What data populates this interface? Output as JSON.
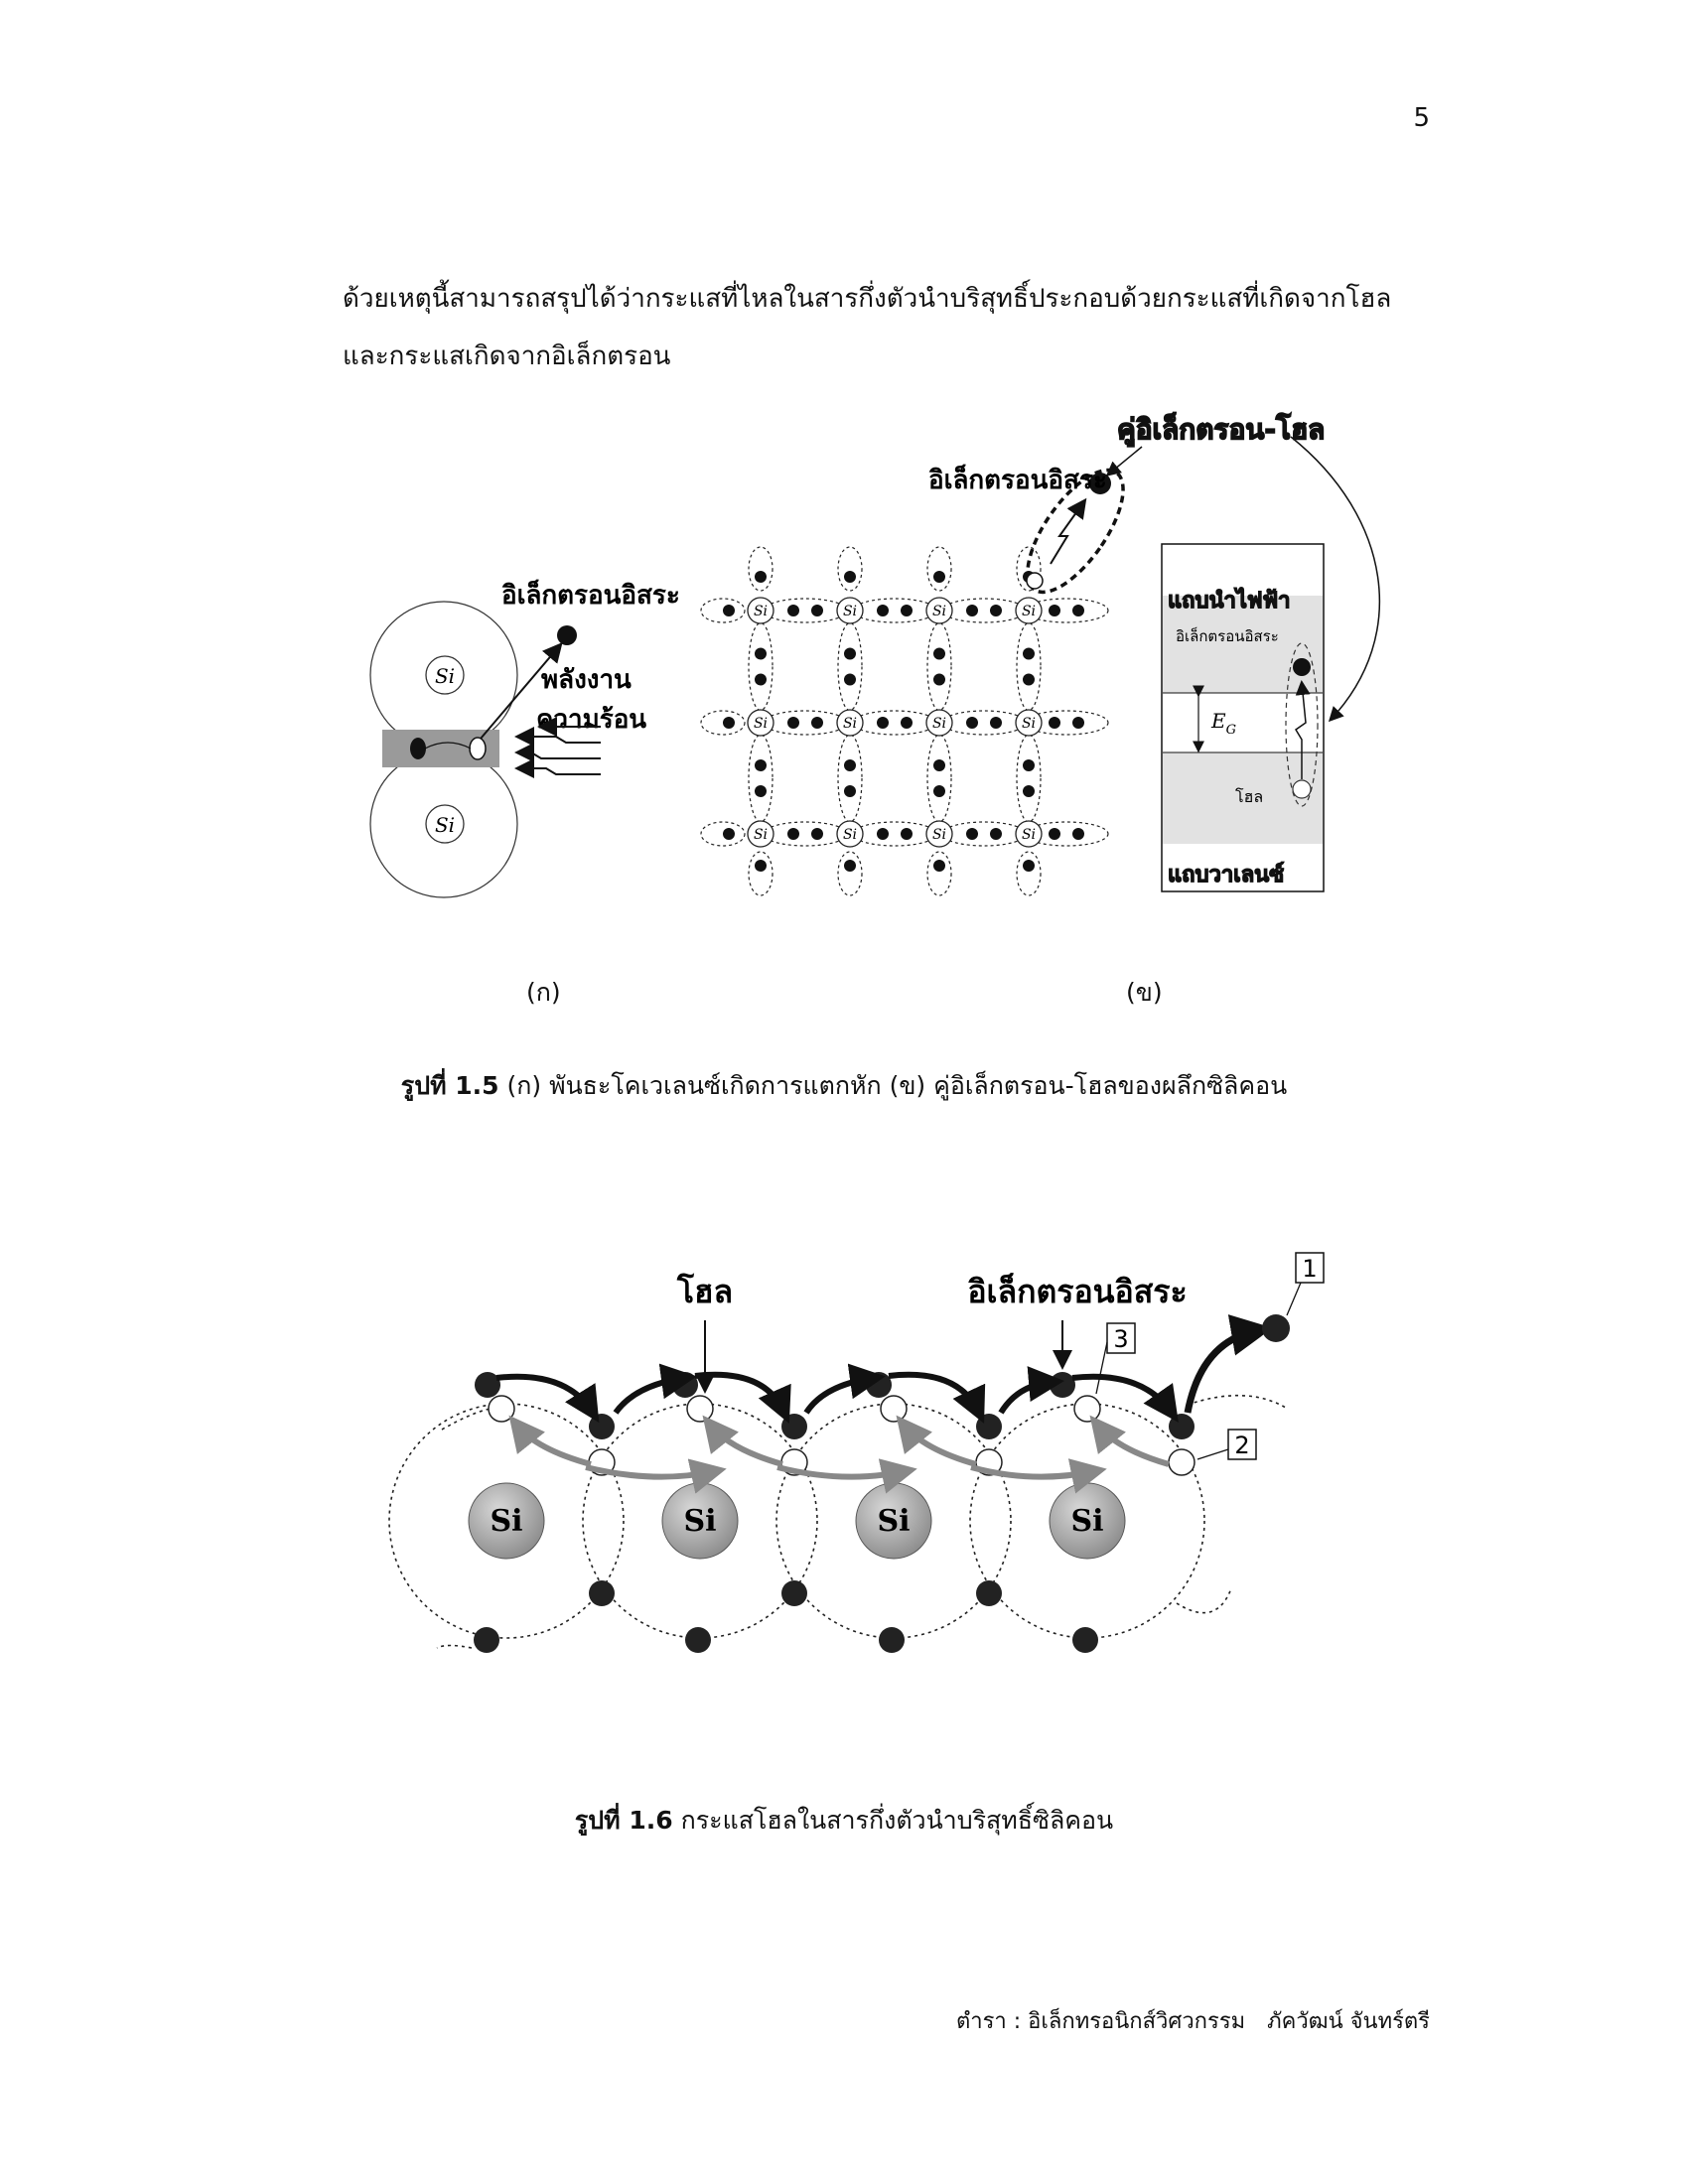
{
  "page_number": "5",
  "paragraph": {
    "line1": "ด้วยเหตุนี้สามารถสรุปได้ว่ากระแสที่ไหลในสารกึ่งตัวนำบริสุทธิ์ประกอบด้วยกระแสที่เกิดจากโฮล",
    "line2": "และกระแสเกิดจากอิเล็กตรอน"
  },
  "figure_1_5": {
    "panel_a": {
      "si_label": "Si",
      "free_electron_label": "อิเล็กตรอนอิสระ",
      "heat_label_line1": "พลังงาน",
      "heat_label_line2": "ความร้อน"
    },
    "panel_b": {
      "si_label": "Si",
      "free_electron_label": "อิเล็กตรอนอิสระ",
      "pair_label": "คู่อิเล็กตรอน-โฮล",
      "conduction_band_label": "แถบนำไฟฟ้า",
      "band_free_electron_label": "อิเล็กตรอนอิสระ",
      "eg_label": "E",
      "eg_subscript": "G",
      "hole_label": "โฮล",
      "valence_band_label": "แถบวาเลนซ์"
    },
    "label_a": "(ก)",
    "label_b": "(ข)",
    "caption_prefix": "รูปที่ 1.5",
    "caption_text": " (ก) พันธะโคเวเลนซ์เกิดการแตกหัก (ข) คู่อิเล็กตรอน-โฮลของผลึกซิลิคอน"
  },
  "figure_1_6": {
    "hole_label": "โฮล",
    "free_electron_label": "อิเล็กตรอนอิสระ",
    "si_label": "Si",
    "step1": "1",
    "step2": "2",
    "step3": "3",
    "caption_prefix": "รูปที่ 1.6",
    "caption_text": " กระแสโฮลในสารกึ่งตัวนำบริสุทธิ์ซิลิคอน"
  },
  "footer": {
    "book": "ตำรา : อิเล็กทรอนิกส์วิศวกรรม",
    "author": "ภัควัฒน์ จันทร์ตรี"
  }
}
